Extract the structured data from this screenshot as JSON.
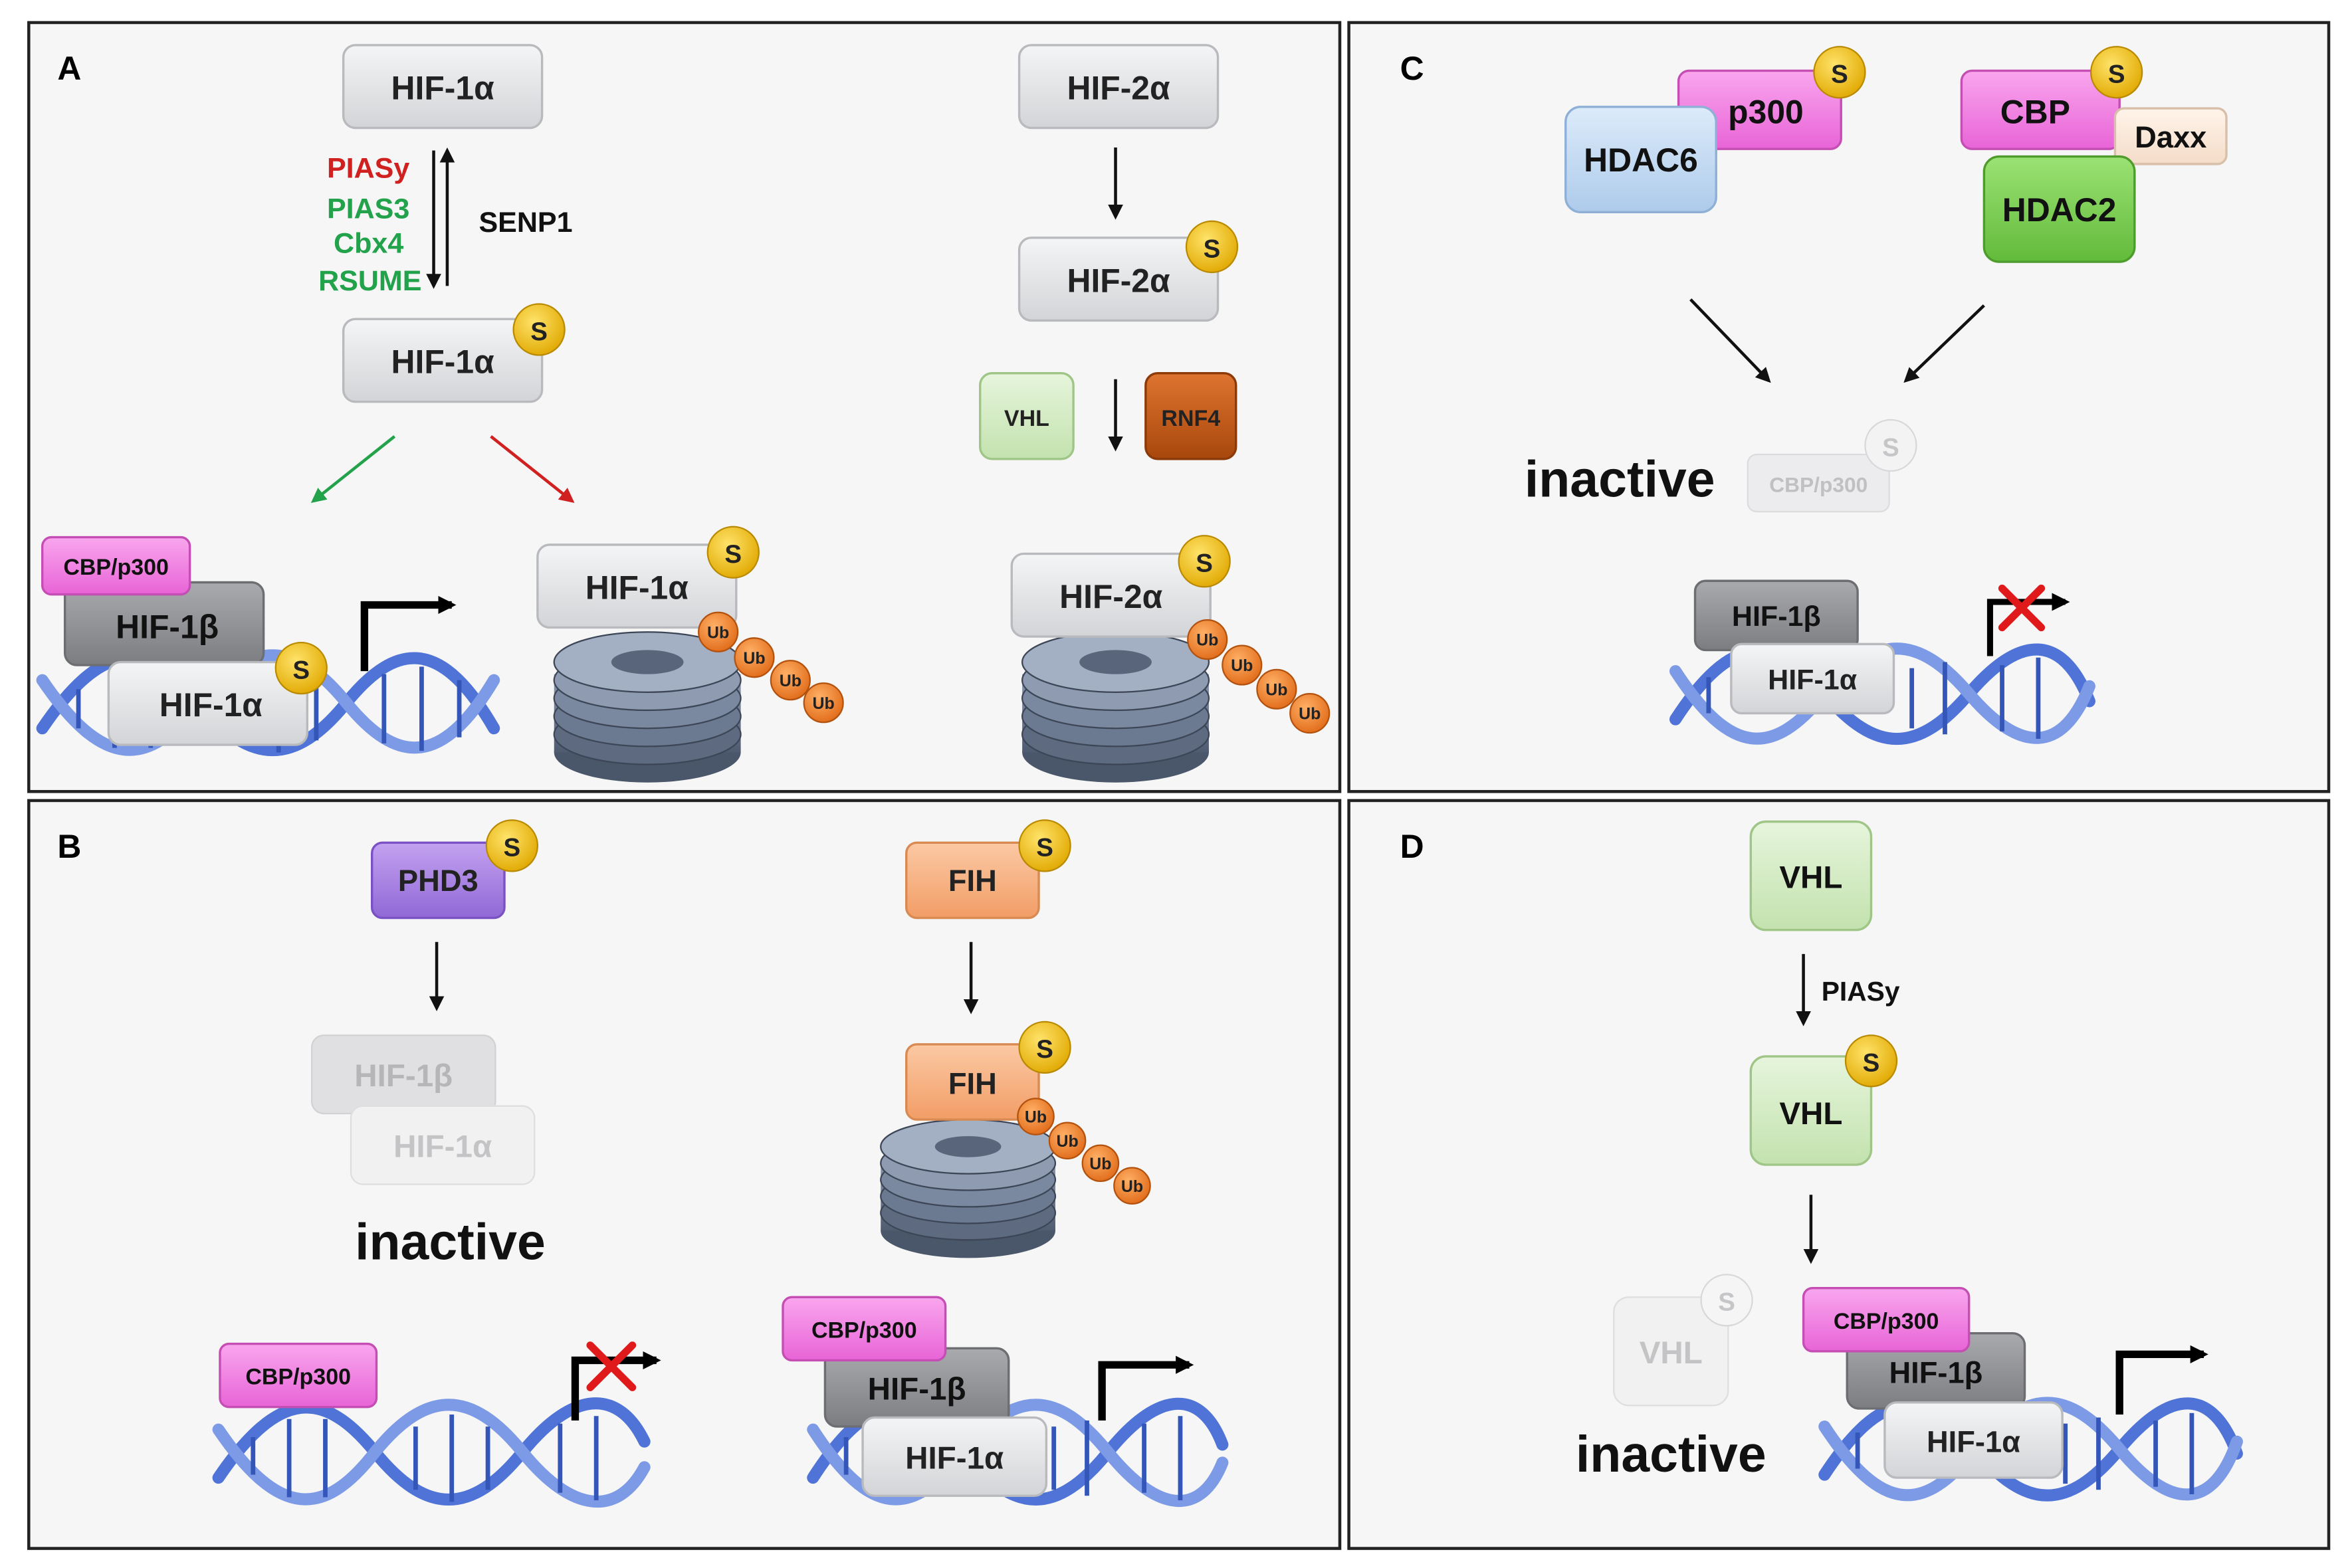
{
  "panels": {
    "A": {
      "letter": "A",
      "hif1a": "HIF-1α",
      "hif1a_sumo": "HIF-1α",
      "hif1a_dna": "HIF-1α",
      "hif1a_deg": "HIF-1α",
      "hif1b": "HIF-1β",
      "cbp": "CBP/p300",
      "piasy": "PIASy",
      "pias3": "PIAS3",
      "cbx4": "Cbx4",
      "rsume": "RSUME",
      "senp1": "SENP1",
      "hif2a": "HIF-2α",
      "hif2a_sumo": "HIF-2α",
      "hif2a_deg": "HIF-2α",
      "vhl": "VHL",
      "rnf4": "RNF4"
    },
    "B": {
      "letter": "B",
      "phd3": "PHD3",
      "hif1b": "HIF-1β",
      "hif1a": "HIF-1α",
      "inactive": "inactive",
      "cbp_free": "CBP/p300",
      "fih": "FIH",
      "fih_sumo": "FIH",
      "cbp": "CBP/p300",
      "hif1b_dna": "HIF-1β",
      "hif1a_dna": "HIF-1α"
    },
    "C": {
      "letter": "C",
      "p300": "p300",
      "hdac6": "HDAC6",
      "cbp": "CBP",
      "daxx": "Daxx",
      "hdac2": "HDAC2",
      "inactive": "inactive",
      "cbp_faded": "CBP/p300",
      "hif1b": "HIF-1β",
      "hif1a": "HIF-1α"
    },
    "D": {
      "letter": "D",
      "vhl": "VHL",
      "piasy": "PIASy",
      "vhl_sumo": "VHL",
      "vhl_faded": "VHL",
      "inactive": "inactive",
      "cbp": "CBP/p300",
      "hif1b": "HIF-1β",
      "hif1a": "HIF-1α"
    }
  },
  "sumo_label": "S",
  "ub_label": "Ub",
  "colors": {
    "gray_box": "#e6e7e9",
    "dark_gray_box": "#8e8f93",
    "cbp_pink": "#f07ee2",
    "sumo_yellow": "#f2c21a",
    "ub_orange": "#ef8a2e",
    "phd3_purple": "#a57ee0",
    "fih_orange": "#f6b386",
    "hdac6_blue": "#c6dcf3",
    "hdac2_green": "#7ccf52",
    "vhl_green": "#d7edc9",
    "rnf4_brown": "#c45a14",
    "dna_blue": "#4f73d6",
    "piasy_red": "#d02020",
    "pias_green": "#22a24a",
    "x_red": "#e01a1a"
  }
}
